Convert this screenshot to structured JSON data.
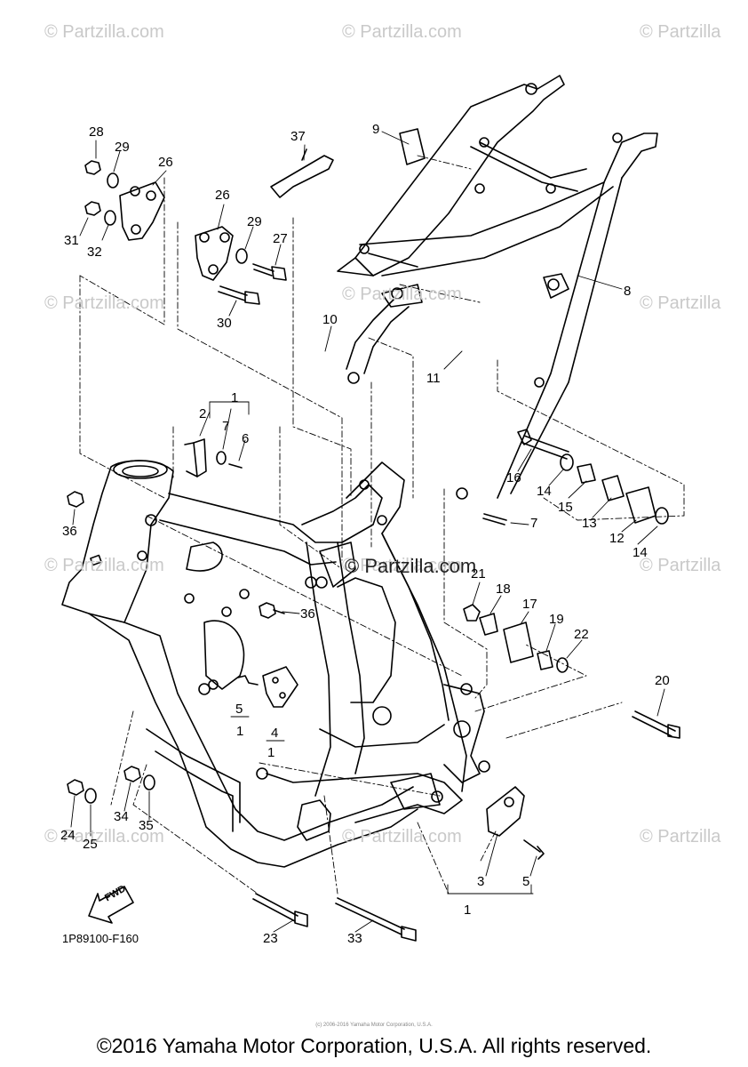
{
  "watermarks": [
    "© Partzilla.com",
    "© Partzilla.com",
    "© Partzilla",
    "© Partzilla.com",
    "© Partzilla.com",
    "© Partzilla",
    "© Partzilla.com",
    "© Partzilla.com",
    "© Partzilla",
    "© Partzilla.com",
    "© Partzilla.com",
    "© Partzilla"
  ],
  "center_watermark": "© Partzilla.com",
  "callouts": [
    "28",
    "29",
    "26",
    "31",
    "32",
    "26",
    "29",
    "27",
    "30",
    "37",
    "9",
    "8",
    "10",
    "11",
    "1",
    "2",
    "7",
    "6",
    "36",
    "16",
    "14",
    "15",
    "13",
    "12",
    "14",
    "7",
    "21",
    "18",
    "17",
    "19",
    "22",
    "36",
    "5",
    "1",
    "4",
    "1",
    "20",
    "24",
    "25",
    "34",
    "35",
    "3",
    "5",
    "1",
    "23",
    "33"
  ],
  "diagram_ref": "1P89100-F160",
  "fwd_label": "FWD",
  "micro_text": "(c) 2006-2016 Yamaha Motor Corporation, U.S.A.",
  "copyright": "©2016 Yamaha Motor Corporation, U.S.A. All rights reserved."
}
